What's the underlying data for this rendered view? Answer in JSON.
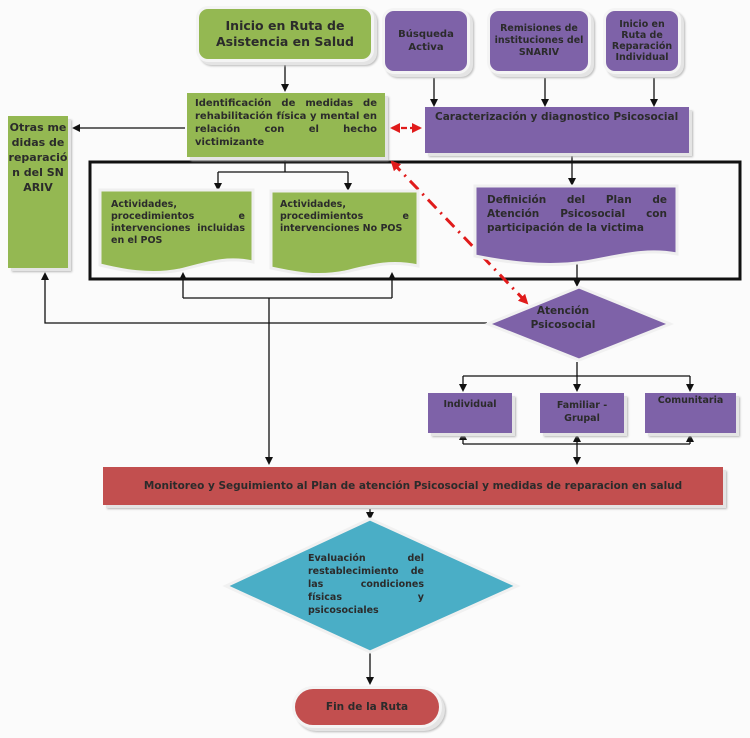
{
  "diagram": {
    "title": "Ruta de Atención Psicosocial y Rehabilitación en Salud",
    "colors": {
      "green": "#94b852",
      "purple": "#7e62a8",
      "red": "#c24f4f",
      "teal": "#4aaec6",
      "connector": "#111111",
      "dashed_relation": "#e01b1b"
    },
    "nodes": {
      "start": "Inicio en Ruta de Asistencia en Salud",
      "busqueda": "Búsqueda Activa",
      "remisiones": "Remisiones de instituciones del SNARIV",
      "inicio_reparacion": "Inicio en Ruta de Reparación Individual",
      "identificacion": "Identificación de medidas de rehabilitación física y mental en relación con el hecho victimizante",
      "caracterizacion": "Caracterización y diagnostico Psicosocial",
      "otras_medidas": "Otras medidas de reparación del SNARIV",
      "actividades_pos": "Actividades, procedimientos e intervenciones incluidas en el POS",
      "actividades_no_pos": "Actividades, procedimientos e intervenciones No POS",
      "definicion_plan": "Definición del Plan de Atención Psicosocial con participación de la victima",
      "atencion_psicosocial": "Atención Psicosocial",
      "individual": "Individual",
      "familiar": "Familiar - Grupal",
      "comunitaria": "Comunitaria",
      "monitoreo": "Monitoreo y Seguimiento al Plan de atención Psicosocial y medidas de reparacion en salud",
      "evaluacion": "Evaluación del restablecimiento de las condiciones físicas y psicosociales",
      "fin": "Fin de la Ruta"
    },
    "edges": [
      {
        "from": "start",
        "to": "identificacion",
        "style": "solid"
      },
      {
        "from": "busqueda",
        "to": "caracterizacion",
        "style": "solid"
      },
      {
        "from": "remisiones",
        "to": "caracterizacion",
        "style": "solid"
      },
      {
        "from": "inicio_reparacion",
        "to": "caracterizacion",
        "style": "solid"
      },
      {
        "from": "identificacion",
        "to": "otras_medidas",
        "style": "solid"
      },
      {
        "from": "identificacion",
        "to": "caracterizacion",
        "style": "dashed-bidirectional"
      },
      {
        "from": "identificacion",
        "to": "actividades_pos",
        "style": "solid"
      },
      {
        "from": "identificacion",
        "to": "actividades_no_pos",
        "style": "solid"
      },
      {
        "from": "caracterizacion",
        "to": "definicion_plan",
        "style": "solid"
      },
      {
        "from": "definicion_plan",
        "to": "atencion_psicosocial",
        "style": "solid"
      },
      {
        "from": "identificacion",
        "to": "atencion_psicosocial",
        "style": "dash-dot-bidirectional"
      },
      {
        "from": "atencion_psicosocial",
        "to": "otras_medidas",
        "style": "solid"
      },
      {
        "from": "atencion_psicosocial",
        "to": "individual",
        "style": "solid"
      },
      {
        "from": "atencion_psicosocial",
        "to": "familiar",
        "style": "solid"
      },
      {
        "from": "atencion_psicosocial",
        "to": "comunitaria",
        "style": "solid"
      },
      {
        "from": "monitoreo",
        "to": "individual",
        "style": "solid"
      },
      {
        "from": "monitoreo",
        "to": "familiar",
        "style": "solid"
      },
      {
        "from": "monitoreo",
        "to": "comunitaria",
        "style": "solid"
      },
      {
        "from": "monitoreo",
        "to": "actividades_pos",
        "style": "solid"
      },
      {
        "from": "monitoreo",
        "to": "actividades_no_pos",
        "style": "solid"
      },
      {
        "from": "monitoreo",
        "to": "evaluacion",
        "style": "solid"
      },
      {
        "from": "evaluacion",
        "to": "fin",
        "style": "solid"
      }
    ]
  }
}
